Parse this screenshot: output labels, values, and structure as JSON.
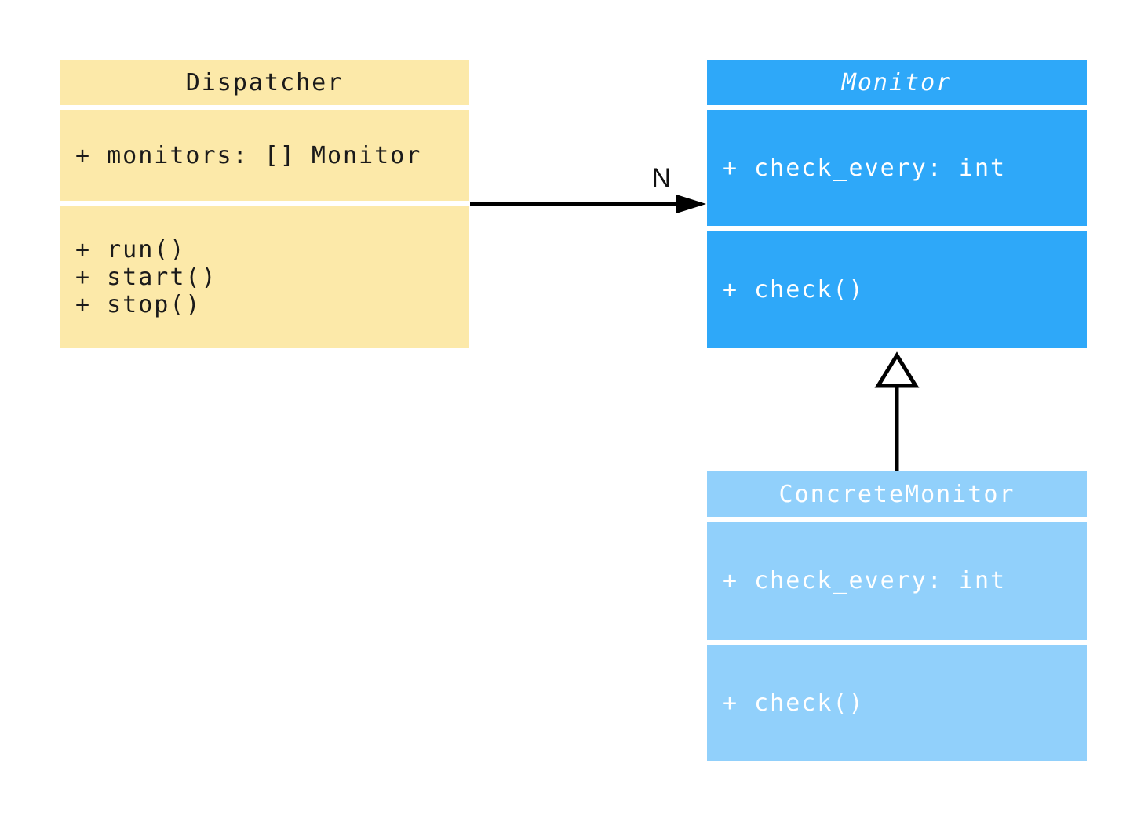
{
  "diagram": {
    "kind": "uml-class-diagram",
    "background_color": "#ffffff",
    "line_color": "#000000"
  },
  "classes": [
    {
      "id": "dispatcher",
      "title": "Dispatcher",
      "title_italic": false,
      "fill": "#fce9a9",
      "text_color": "#1a1a1a",
      "attributes": [
        "+ monitors: [] Monitor"
      ],
      "methods": [
        "+ run()",
        "+ start()",
        "+ stop()"
      ]
    },
    {
      "id": "monitor",
      "title": "Monitor",
      "title_italic": true,
      "fill": "#2ea8f9",
      "text_color": "#ffffff",
      "attributes": [
        "+ check_every: int"
      ],
      "methods": [
        "+ check()"
      ]
    },
    {
      "id": "concrete-monitor",
      "title": "ConcreteMonitor",
      "title_italic": false,
      "fill": "#91d0fb",
      "text_color": "#ffffff",
      "attributes": [
        "+ check_every: int"
      ],
      "methods": [
        "+ check()"
      ]
    }
  ],
  "relationships": [
    {
      "type": "association",
      "from": "Dispatcher",
      "to": "Monitor",
      "label": "N",
      "arrow": "filled-arrowhead"
    },
    {
      "type": "inheritance",
      "from": "ConcreteMonitor",
      "to": "Monitor",
      "label": "",
      "arrow": "hollow-triangle"
    }
  ]
}
